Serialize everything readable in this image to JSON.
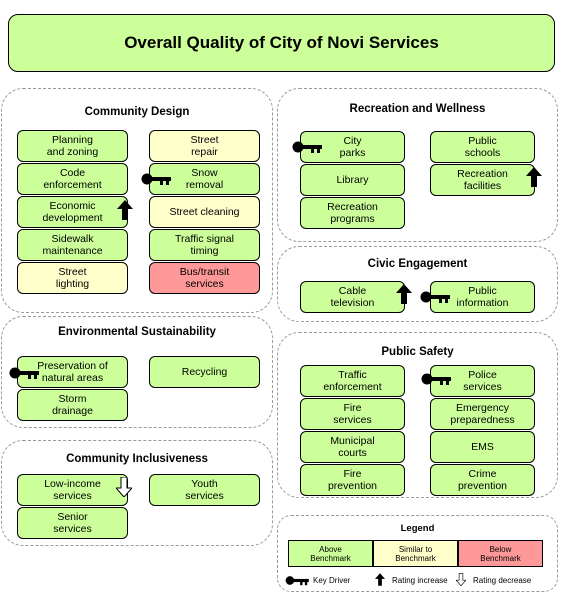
{
  "title": "Overall Quality of City of Novi Services",
  "panels": {
    "community_design": {
      "title": "Community Design",
      "items": [
        "Planning\nand zoning",
        "Code\nenforcement",
        "Economic\ndevelopment",
        "Sidewalk\nmaintenance",
        "Street\nlighting",
        "Street\nrepair",
        "Snow\nremoval",
        "Street cleaning",
        "Traffic signal\ntiming",
        "Bus/transit\nservices"
      ]
    },
    "recreation": {
      "title": "Recreation and Wellness",
      "items": [
        "City\nparks",
        "Library",
        "Recreation\nprograms",
        "Public\nschools",
        "Recreation\nfacilities"
      ]
    },
    "civic": {
      "title": "Civic Engagement",
      "items": [
        "Cable\ntelevision",
        "Public\ninformation"
      ]
    },
    "environmental": {
      "title": "Environmental Sustainability",
      "items": [
        "Preservation of\nnatural areas",
        "Storm\ndrainage",
        "Recycling"
      ]
    },
    "public_safety": {
      "title": "Public Safety",
      "items": [
        "Traffic\nenforcement",
        "Fire\nservices",
        "Municipal\ncourts",
        "Fire\nprevention",
        "Police\nservices",
        "Emergency\npreparedness",
        "EMS",
        "Crime\nprevention"
      ]
    },
    "inclusiveness": {
      "title": "Community Inclusiveness",
      "items": [
        "Low-income\nservices",
        "Senior\nservices",
        "Youth\nservices"
      ]
    }
  },
  "legend": {
    "title": "Legend",
    "above": "Above\nBenchmark",
    "similar": "Similar to\nBenchmark",
    "below": "Below\nBenchmark",
    "key_driver": "Key Driver",
    "increase": "Rating increase",
    "decrease": "Rating decrease"
  },
  "colors": {
    "above": "#ccff99",
    "similar": "#ffffcc",
    "below": "#ff9999"
  },
  "icons": [
    "key-icon",
    "up-arrow-icon",
    "down-arrow-icon"
  ]
}
